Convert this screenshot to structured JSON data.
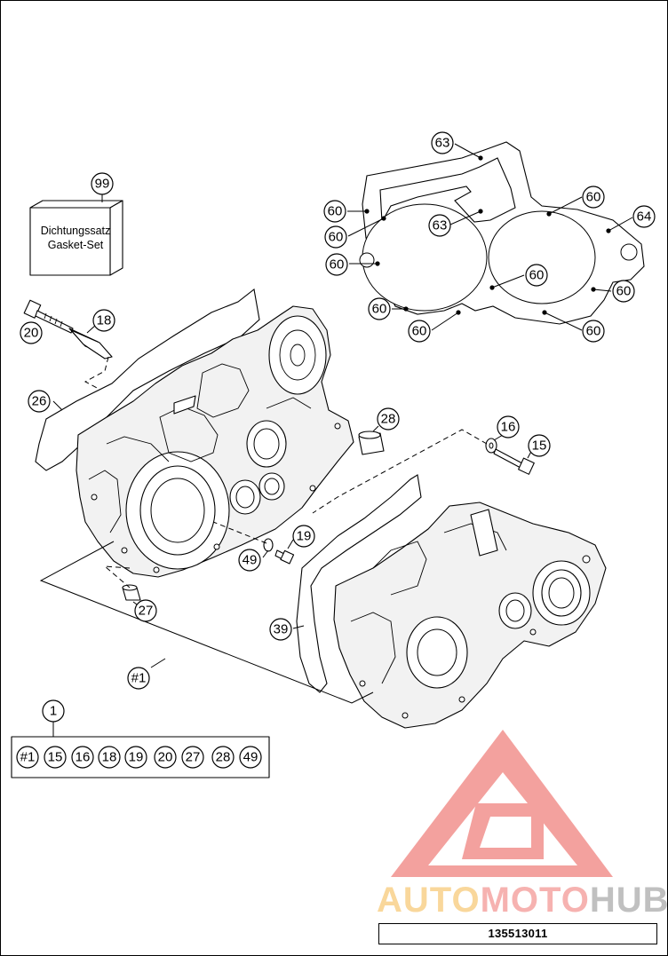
{
  "diagram": {
    "gasket_kit_label_de": "Dichtungssatz",
    "gasket_kit_label_en": "Gasket-Set",
    "reference_number": "135513011",
    "watermark": {
      "part1": "AUTO",
      "part2": "MOTO",
      "part3": "HUB"
    },
    "callouts": {
      "c99": "99",
      "c63a": "63",
      "c63b": "63",
      "c64": "64",
      "c60a": "60",
      "c60b": "60",
      "c60c": "60",
      "c60d": "60",
      "c60e": "60",
      "c60f": "60",
      "c60g": "60",
      "c60h": "60",
      "c60i": "60",
      "c18": "18",
      "c20": "20",
      "c26": "26",
      "c28": "28",
      "c16": "16",
      "c15": "15",
      "c19": "19",
      "c49": "49",
      "c27": "27",
      "c39": "39",
      "c1": "1",
      "chash1": "#1"
    },
    "kit_contents": [
      "#1",
      "15",
      "16",
      "18",
      "19",
      "20",
      "27",
      "28",
      "49"
    ],
    "colors": {
      "watermark_yellow": "#f5b74a",
      "watermark_red": "#ef7470",
      "watermark_grey": "#8d8d8d"
    }
  }
}
